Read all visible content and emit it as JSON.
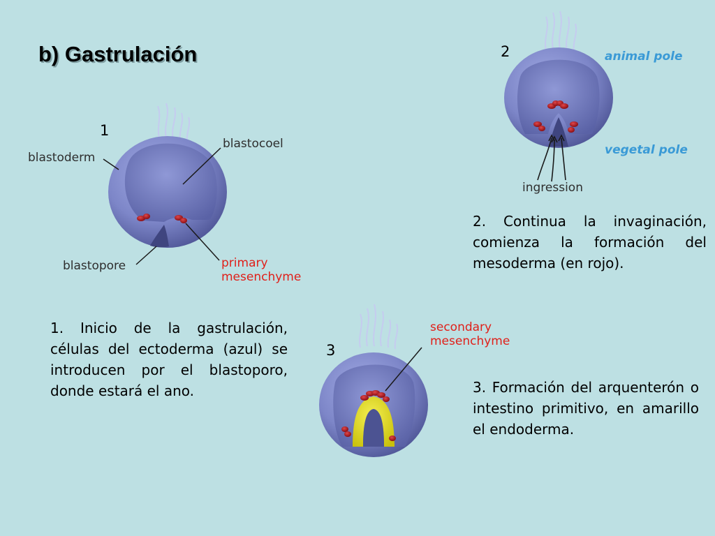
{
  "title": "b) Gastrulación",
  "stage1": {
    "number": "1",
    "labels": {
      "blastoderm": "blastoderm",
      "blastocoel": "blastocoel",
      "blastopore": "blastopore",
      "primary_line1": "primary",
      "primary_line2": "mesenchyme"
    },
    "text": "1. Inicio de la gastrulación, células del ectoderma (azul) se introducen por el blastoporo, donde estará el ano."
  },
  "stage2": {
    "number": "2",
    "labels": {
      "animal_pole": "animal pole",
      "vegetal_pole": "vegetal pole",
      "ingression": "ingression"
    },
    "text": "2. Continua la invaginación, comienza la formación del mesoderma (en rojo)."
  },
  "stage3": {
    "number": "3",
    "labels": {
      "secondary_line1": "secondary",
      "secondary_line2": "mesenchyme"
    },
    "text": "3. Formación del arquenterón o intestino primitivo, en amarillo el endoderma."
  },
  "colors": {
    "background": "#bde0e3",
    "ectoderm": "#7d86c8",
    "mesoderm": "#b3151b",
    "endoderm": "#e8e21c"
  }
}
